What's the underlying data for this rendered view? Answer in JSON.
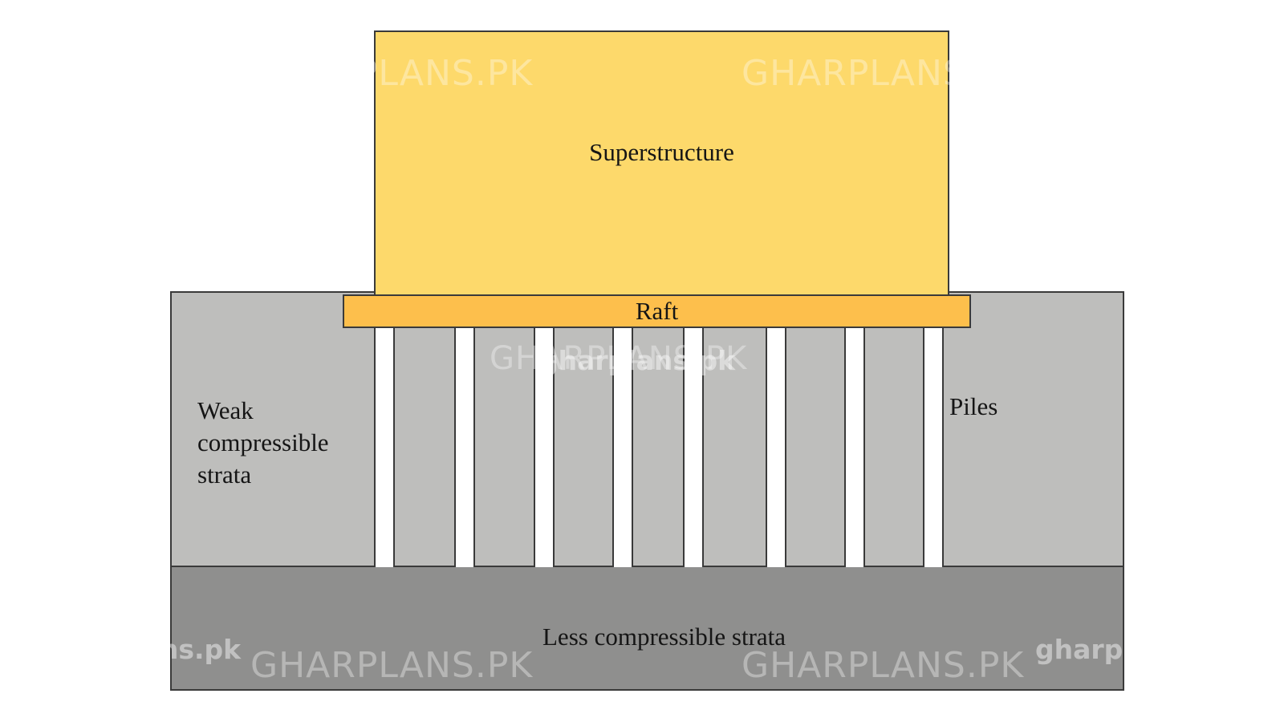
{
  "diagram": {
    "labels": {
      "superstructure": "Superstructure",
      "raft": "Raft",
      "weak_strata": "Weak\ncompressible\nstrata",
      "piles": "Piles",
      "less_strata": "Less compressible strata"
    },
    "pile_count": 8,
    "colors": {
      "superstructure": "#fdd96b",
      "raft": "#fdbf4c",
      "weak_strata": "#bebebc",
      "less_strata": "#8f8f8e",
      "piles": "#ffffff",
      "outline": "#3a3a3a"
    }
  },
  "watermarks": {
    "small": "gharplans.pk",
    "big": "GHARPLANS.PK"
  }
}
